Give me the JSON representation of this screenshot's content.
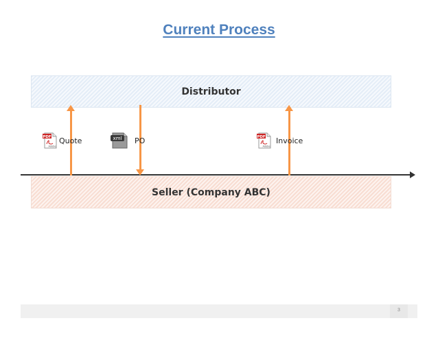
{
  "title": "Current Process",
  "lanes": {
    "top": "Distributor",
    "bottom": "Seller (Company ABC)"
  },
  "documents": [
    {
      "label": "Quote",
      "icon": "pdf-icon",
      "direction": "up"
    },
    {
      "label": "PO",
      "icon": "xml-icon",
      "direction": "down"
    },
    {
      "label": "Invoice",
      "icon": "pdf-icon",
      "direction": "up"
    }
  ],
  "icon_text": {
    "pdf_badge": "PDF",
    "adobe": "Adobe",
    "xml": "xml"
  },
  "colors": {
    "title": "#4f81bd",
    "arrow": "#f79646",
    "distributor_band": "#e4edf7",
    "seller_band": "#f8ddd2"
  },
  "page_number": "3"
}
